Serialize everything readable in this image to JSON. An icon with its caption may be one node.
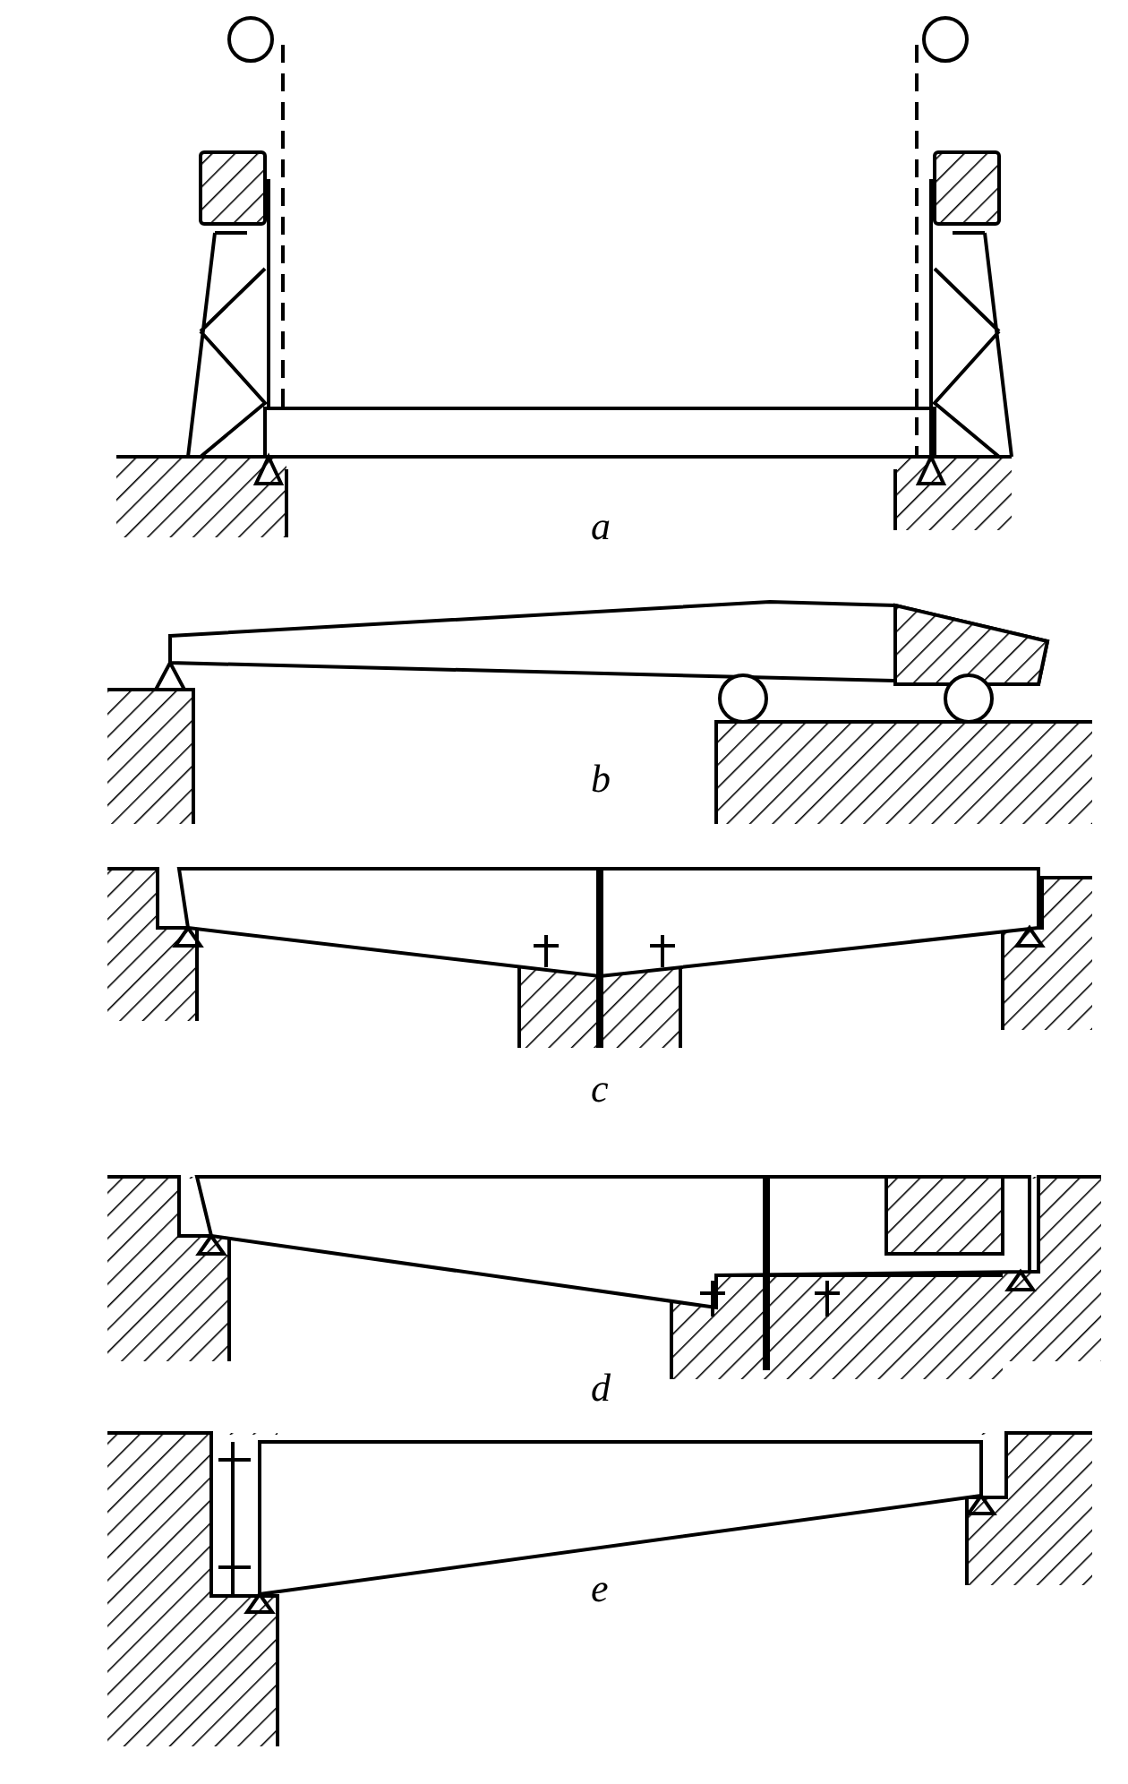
{
  "diagram": {
    "labels": [
      "a",
      "b",
      "c",
      "d",
      "e"
    ]
  }
}
